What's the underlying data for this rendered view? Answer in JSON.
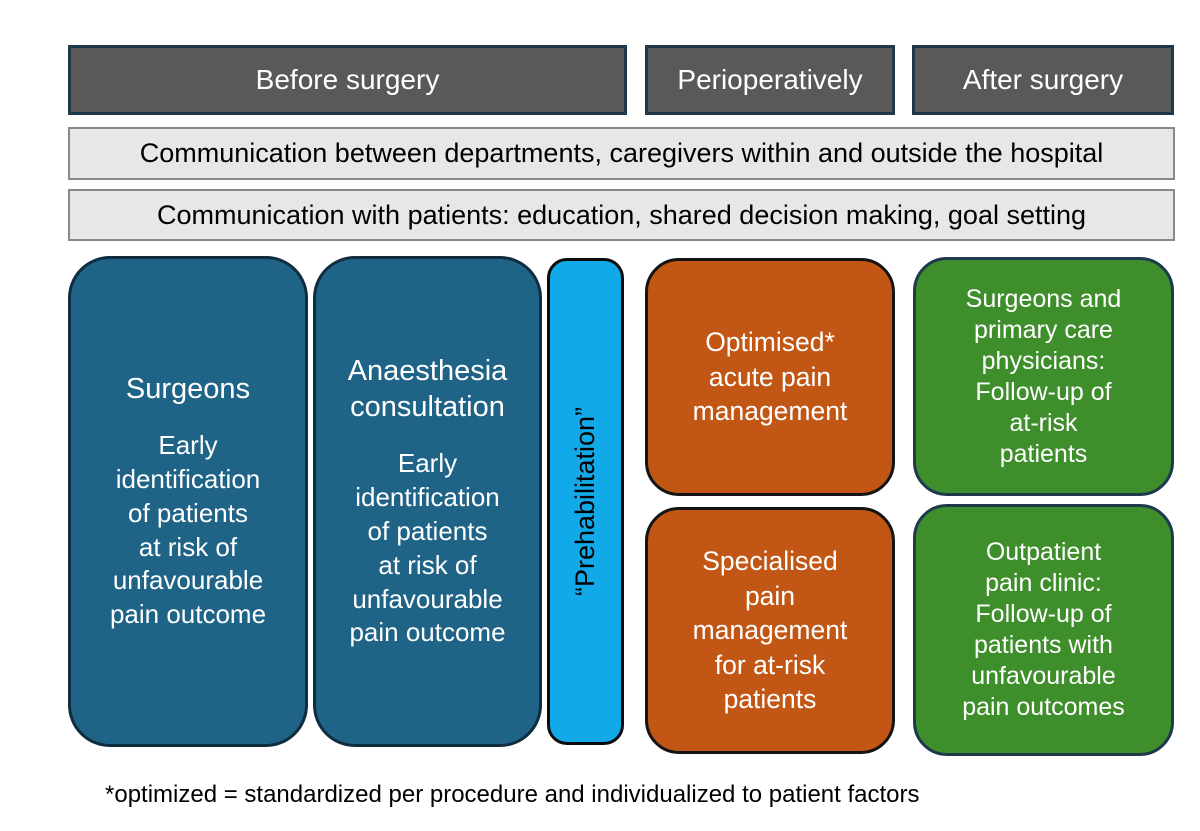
{
  "figure": {
    "title_semantics": "Perioperative pain management pathway diagram",
    "footnote": "*optimized = standardized per procedure and individualized to patient factors"
  },
  "colors": {
    "phase_header_bg": "#595959",
    "phase_header_border": "#1f3948",
    "communication_bar_bg": "#e8e7e7",
    "communication_bar_border": "#898989",
    "blue_box": "#1f6387",
    "light_blue_box": "#12a9e8",
    "orange_box": "#c25614",
    "green_box": "#3e8e2b",
    "text_light": "#ffffff",
    "text_dark": "#000000"
  },
  "phase_headers": [
    {
      "label": "Before surgery"
    },
    {
      "label": "Perioperatively"
    },
    {
      "label": "After surgery"
    }
  ],
  "communication_bars": [
    {
      "text": "Communication between departments, caregivers within and outside the hospital"
    },
    {
      "text": "Communication with patients: education, shared decision making, goal setting"
    }
  ],
  "boxes": {
    "surgeons": {
      "title": "Surgeons",
      "body": "Early\nidentification\nof patients\nat risk of\nunfavourable\npain outcome"
    },
    "anaesthesia": {
      "title": "Anaesthesia\nconsultation",
      "body": "Early\nidentification\nof patients\nat risk of\nunfavourable\npain outcome"
    },
    "prehabilitation": {
      "label": "“Prehabilitation”"
    },
    "optimised_acute": {
      "text": "Optimised*\nacute pain\nmanagement"
    },
    "specialised_pain": {
      "text": "Specialised\npain\nmanagement\nfor at-risk\npatients"
    },
    "surgeons_followup": {
      "text": "Surgeons and\nprimary care\nphysicians:\nFollow-up of\nat-risk\npatients"
    },
    "outpatient_clinic": {
      "text": "Outpatient\npain clinic:\nFollow-up of\npatients with\nunfavourable\npain outcomes"
    }
  }
}
